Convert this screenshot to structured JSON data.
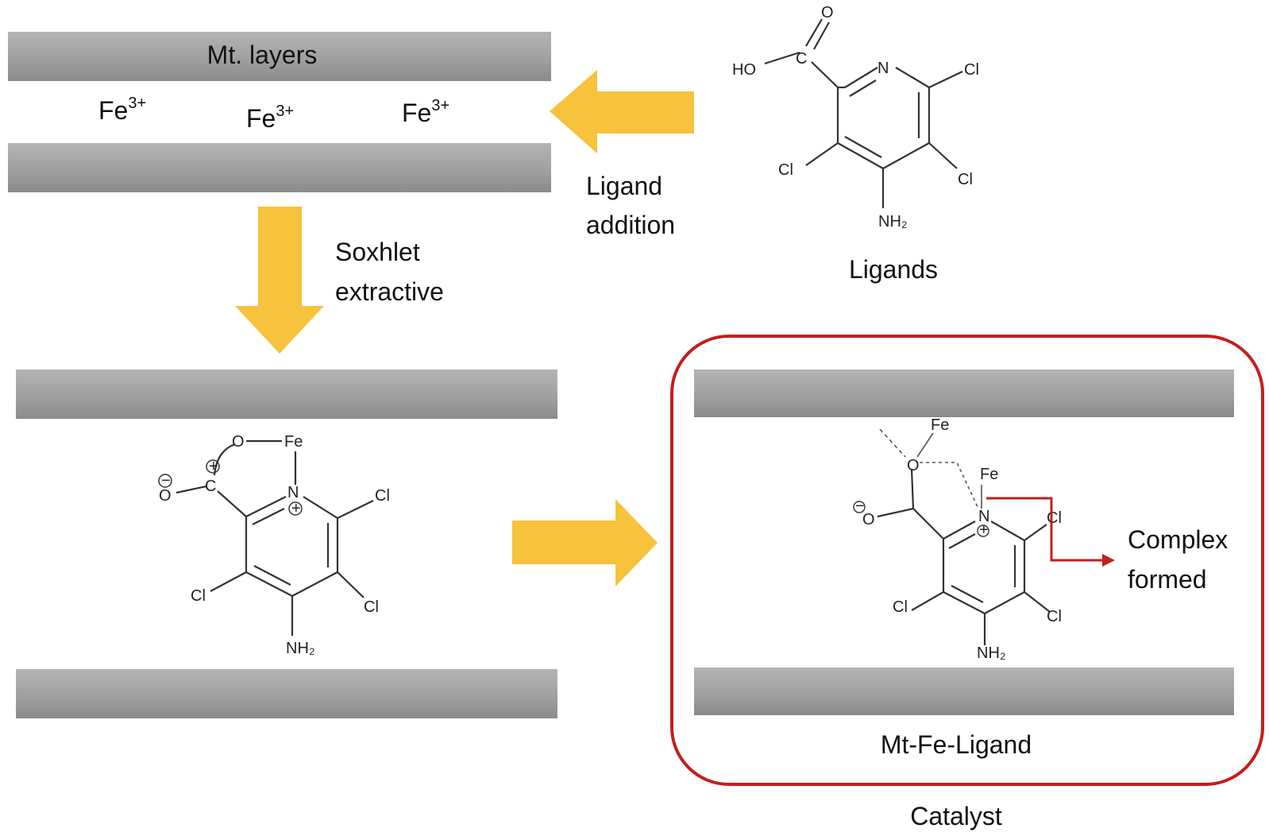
{
  "colors": {
    "layer": "#a2a2a2",
    "layer_shadow": "#7c7c7c",
    "arrow": "#f7c23c",
    "highlight": "#c41e1e",
    "text": "#111111"
  },
  "top_panel": {
    "layer_label": "Mt. layers",
    "ions": [
      {
        "base": "Fe",
        "charge": "3+"
      },
      {
        "base": "Fe",
        "charge": "3+"
      },
      {
        "base": "Fe",
        "charge": "3+"
      }
    ]
  },
  "ligand_step": {
    "line1": "Ligand",
    "line2": "addition"
  },
  "ligand_panel": {
    "caption": "Ligands",
    "atoms": {
      "ho": "HO",
      "c": "C",
      "o": "O",
      "n": "N",
      "cl_a": "Cl",
      "cl_b": "Cl",
      "cl_c": "Cl",
      "nh2": "NH₂"
    }
  },
  "soxhlet_step": {
    "line1": "Soxhlet",
    "line2": "extractive"
  },
  "middle_molecule": {
    "atoms": {
      "o": "O",
      "fe": "Fe",
      "c": "C",
      "o_minus": "O",
      "n": "N",
      "cl_a": "Cl",
      "cl_b": "Cl",
      "cl_c": "Cl",
      "nh2": "NH₂",
      "minus": "−",
      "plus": "+"
    }
  },
  "catalyst_panel": {
    "box_label": "Mt-Fe-Ligand",
    "caption": "Catalyst",
    "annotation_line1": "Complex",
    "annotation_line2": "formed",
    "atoms": {
      "fe_top": "Fe",
      "fe_n": "Fe",
      "o": "O",
      "o_minus": "O",
      "n": "N",
      "cl_a": "Cl",
      "cl_b": "Cl",
      "cl_c": "Cl",
      "nh2": "NH₂",
      "minus": "−",
      "plus": "+"
    }
  }
}
